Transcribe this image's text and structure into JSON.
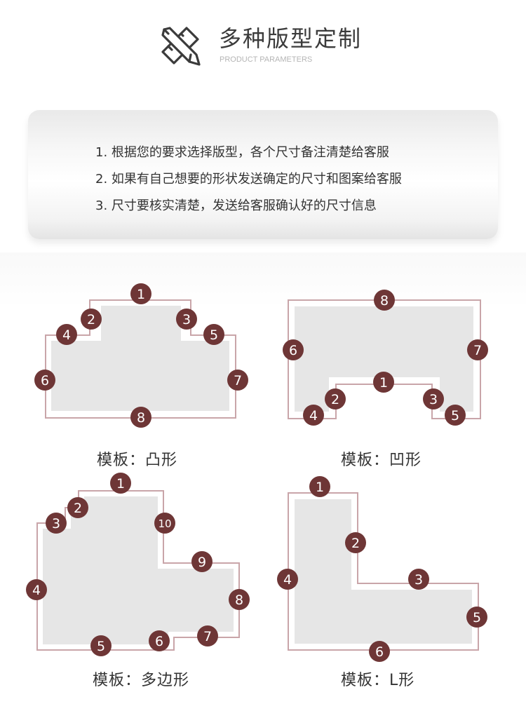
{
  "header": {
    "title": "多种版型定制",
    "subtitle": "PRODUCT PARAMETERS",
    "icon": "ruler-pencil-icon"
  },
  "info": {
    "items": [
      "1. 根据您的要求选择版型，各个尺寸备注清楚给客服",
      "2. 如果有自己想要的形状发送确定的尺寸和图案给客服",
      "3. 尺寸要核实清楚，发送给客服确认好的尺寸信息"
    ]
  },
  "colors": {
    "marker": "#6e3636",
    "outline": "#c9a5a9",
    "fill": "#e6e6e6"
  },
  "templates": [
    {
      "caption": "模板：凸形",
      "markers": [
        "1",
        "2",
        "3",
        "4",
        "5",
        "6",
        "7",
        "8"
      ]
    },
    {
      "caption": "模板：凹形",
      "markers": [
        "8",
        "6",
        "7",
        "1",
        "2",
        "3",
        "4",
        "5"
      ]
    },
    {
      "caption": "模板：多边形",
      "markers": [
        "1",
        "2",
        "3",
        "10",
        "9",
        "4",
        "8",
        "5",
        "6",
        "7"
      ]
    },
    {
      "caption": "模板：L形",
      "markers": [
        "1",
        "2",
        "4",
        "3",
        "5",
        "6"
      ]
    }
  ]
}
